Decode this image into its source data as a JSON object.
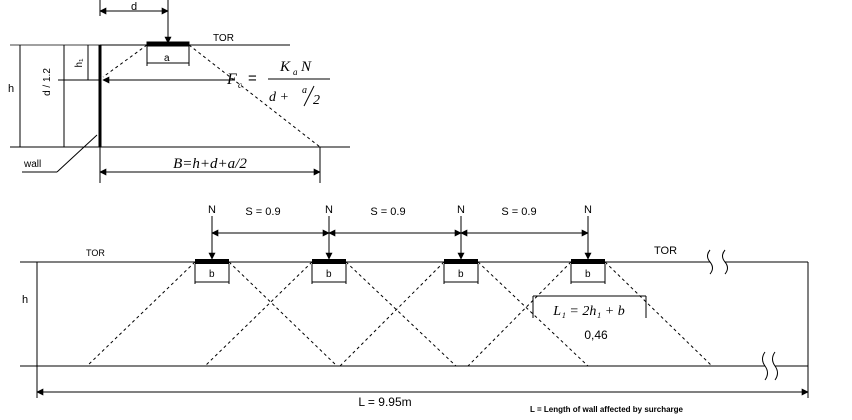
{
  "top_diagram": {
    "d_label": "d",
    "tor_label": "TOR",
    "a_label": "a",
    "h_label": "h",
    "d12_label": "d / 1.2",
    "h1_label": "h₁",
    "wall_label": "wall",
    "formula": {
      "lhs": "F",
      "lhs_sub": "c",
      "equals": "=",
      "num_K": "K",
      "num_sub": "a",
      "num_N": "N",
      "den_d": "d +",
      "den_a": "a",
      "den_2": "2"
    },
    "b_formula": "B=h+d+a/2"
  },
  "bottom_diagram": {
    "loads": [
      "N",
      "N",
      "N",
      "N"
    ],
    "spacings": [
      "S = 0.9",
      "S = 0.9",
      "S = 0.9"
    ],
    "tor_left": "TOR",
    "tor_right": "TOR",
    "b_labels": [
      "b",
      "b",
      "b",
      "b"
    ],
    "h_label": "h",
    "l1_formula": "L₁ = 2h₁ + b",
    "l1_value": "0,46",
    "length_label": "L = 9.95m",
    "footnote": "L = Length of wall affected by surcharge"
  }
}
